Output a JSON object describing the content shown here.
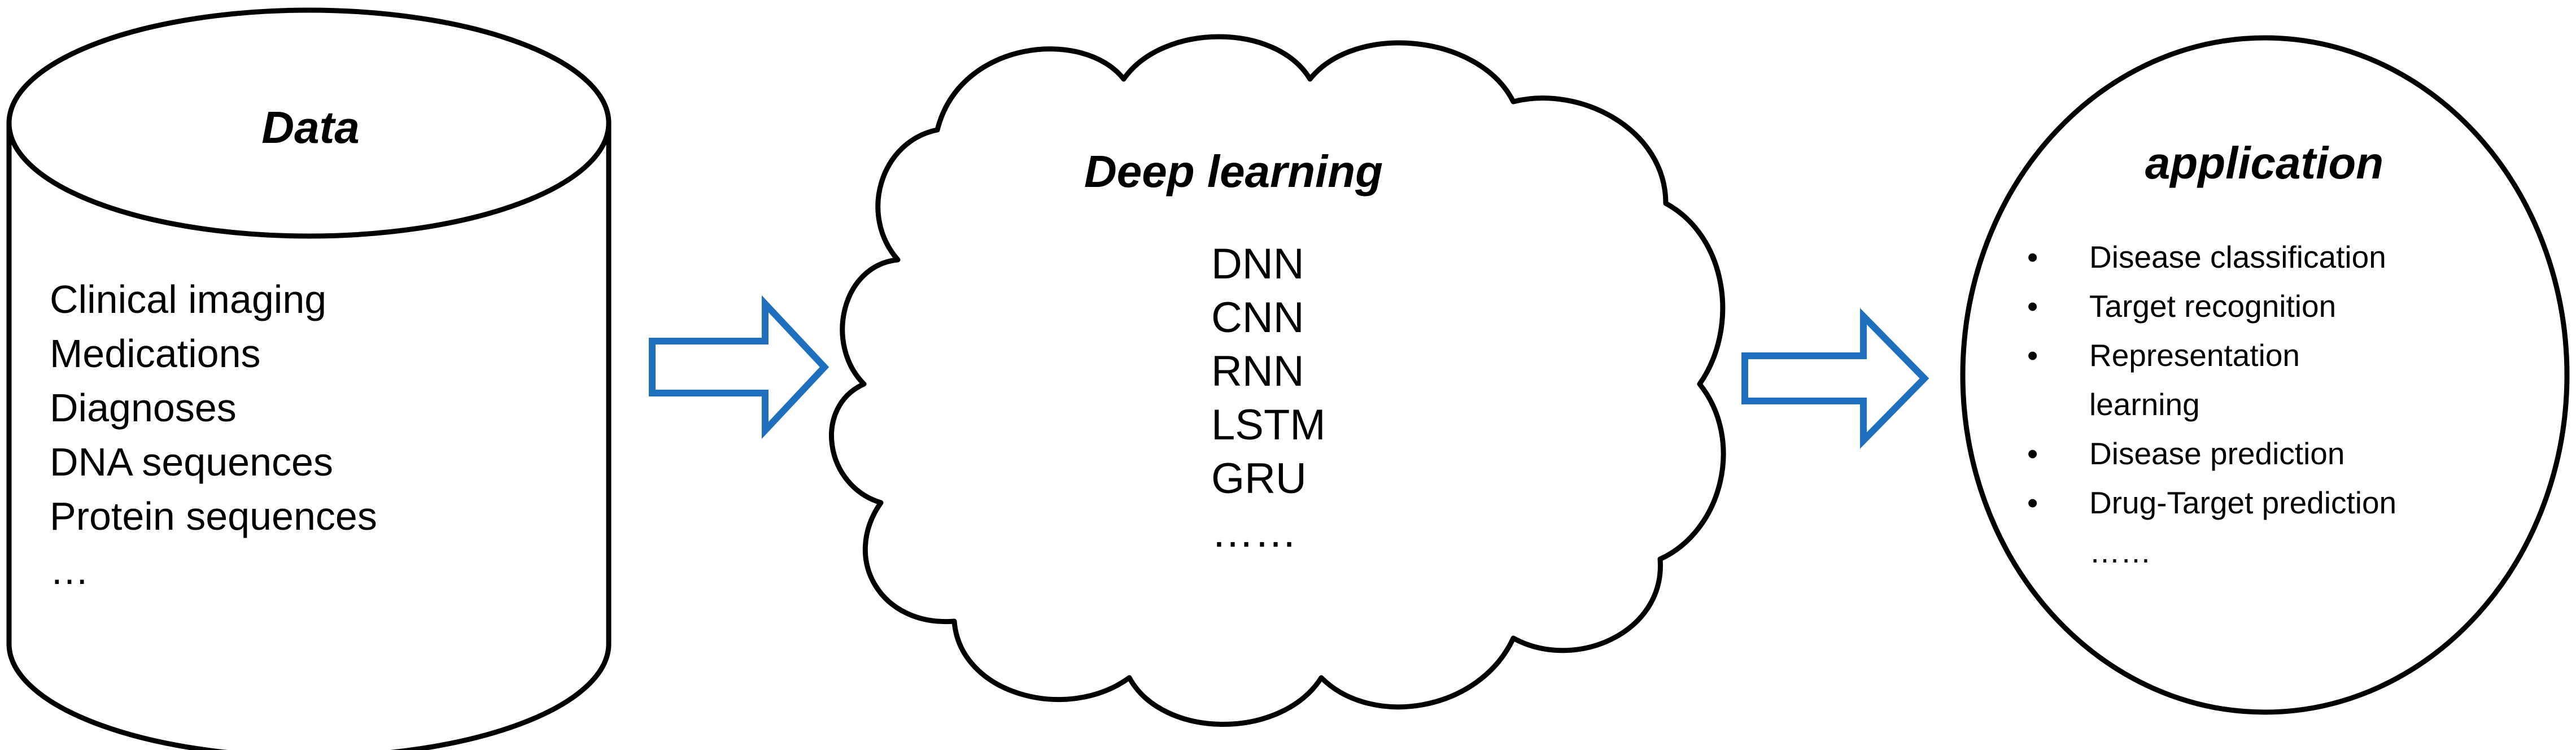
{
  "data_node": {
    "title": "Data",
    "items": [
      "Clinical imaging",
      "Medications",
      "Diagnoses",
      "DNA sequences",
      "Protein sequences",
      "…"
    ]
  },
  "deep_learning_node": {
    "title": "Deep learning",
    "items": [
      "DNN",
      "CNN",
      "RNN",
      "LSTM",
      "GRU",
      "……"
    ]
  },
  "application_node": {
    "title": "application",
    "bullet": "•",
    "items": [
      {
        "text": "Disease classification",
        "bulleted": true
      },
      {
        "text": "Target recognition",
        "bulleted": true
      },
      {
        "text": "Representation",
        "bulleted": true
      },
      {
        "text": "learning",
        "bulleted": false
      },
      {
        "text": "Disease prediction",
        "bulleted": true
      },
      {
        "text": "Drug-Target prediction",
        "bulleted": true
      },
      {
        "text": "……",
        "bulleted": false
      }
    ]
  },
  "colors": {
    "outline": "#000000",
    "arrow": "#1f6fbf",
    "background": "#ffffff"
  }
}
